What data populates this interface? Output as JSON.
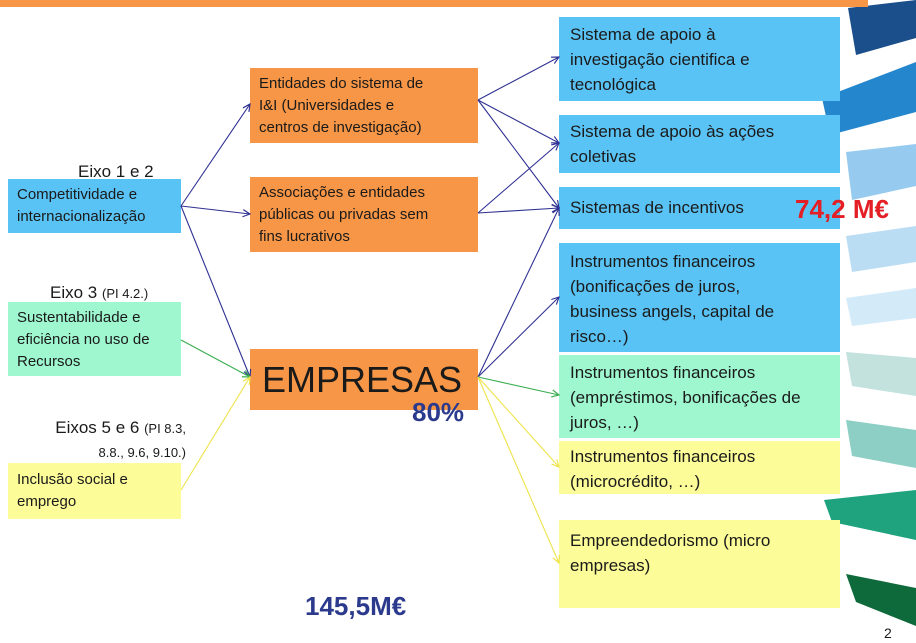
{
  "colors": {
    "header_orange": "#F79646",
    "box_blue": "#5AC3F5",
    "box_green": "#9EF7CF",
    "box_yellow": "#FCFC99",
    "box_orange": "#F79646",
    "text_navy": "#2B3A8C",
    "text_red": "#E31E24",
    "arrow_navy": "#2F3192",
    "arrow_green": "#3AAE50",
    "arrow_yellow": "#EEE34A"
  },
  "sources": [
    {
      "axis": "Eixo 1 e 2",
      "text": "Competitividade e\ninternacionalização"
    },
    {
      "axis": "Eixo 3",
      "note": "(PI 4.2.)",
      "text": "Sustentabilidade e\neficiência no uso de\nRecursos"
    },
    {
      "axis": "Eixos 5 e 6",
      "note": "(PI 8.3,\n8.8., 9.6, 9.10.)",
      "text": "Inclusão social e\nemprego"
    }
  ],
  "beneficiaries": [
    {
      "text": "Entidades do sistema de\nI&I (Universidades e\ncentros de investigação)"
    },
    {
      "text": "Associações e entidades\npúblicas ou privadas sem\nfins lucrativos"
    },
    {
      "text": "EMPRESAS",
      "share": "80%"
    }
  ],
  "instruments": [
    {
      "text": "Sistema de apoio à\ninvestigação cientifica e\ntecnológica"
    },
    {
      "text": "Sistema de apoio às ações\ncoletivas"
    },
    {
      "text": "Sistemas de incentivos",
      "amount": "74,2 M€"
    },
    {
      "text": "Instrumentos financeiros\n(bonificações de juros,\nbusiness angels, capital de\nrisco…)"
    },
    {
      "text": "Instrumentos financeiros\n(empréstimos, bonificações de\njuros, …)"
    },
    {
      "text": "Instrumentos financeiros\n(microcrédito, …)"
    },
    {
      "text": "Empreendedorismo (micro\nempresas)"
    }
  ],
  "total": "145,5M€",
  "page_number": "2"
}
